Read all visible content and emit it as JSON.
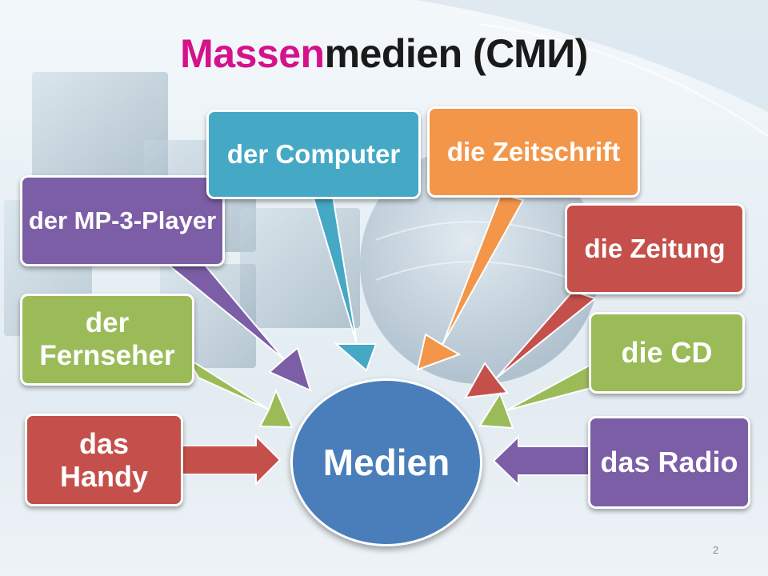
{
  "slide": {
    "title_accent": "Massen",
    "title_rest": "medien (СМИ)",
    "page_number": "2"
  },
  "center": {
    "label": "Medien",
    "color": "#4a7eba"
  },
  "nodes": [
    {
      "id": "mp3",
      "label": "der MP-3-Player",
      "color": "#7b5ea6"
    },
    {
      "id": "computer",
      "label": "der Computer",
      "color": "#45a8c4"
    },
    {
      "id": "zeitschrift",
      "label": "die Zeitschrift",
      "color": "#f3964a"
    },
    {
      "id": "zeitung",
      "label": "die Zeitung",
      "color": "#c5504b"
    },
    {
      "id": "fernseher",
      "label": "der Fernseher",
      "color": "#9bbb59"
    },
    {
      "id": "cd",
      "label": "die CD",
      "color": "#9bbb59"
    },
    {
      "id": "handy",
      "label": "das Handy",
      "color": "#c5504b"
    },
    {
      "id": "radio",
      "label": "das Radio",
      "color": "#7b5ea6"
    }
  ]
}
